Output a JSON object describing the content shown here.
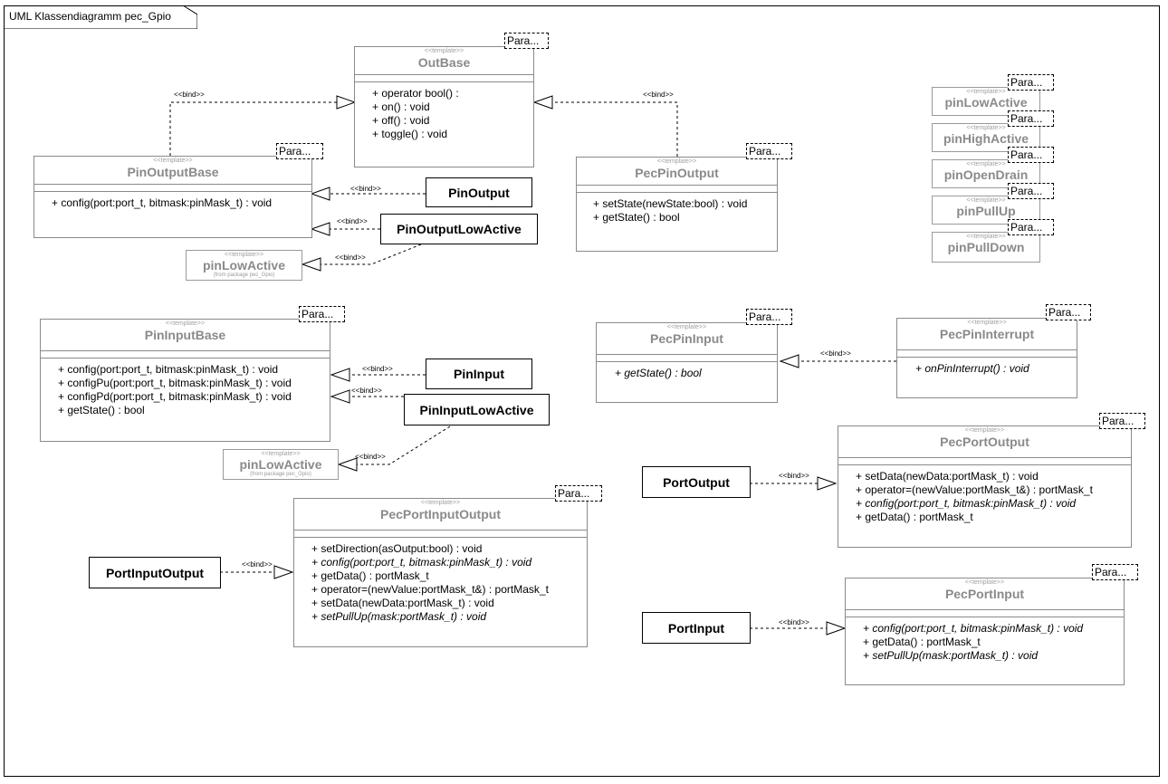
{
  "diagram_title": "UML Klassendiagramm pec_Gpio",
  "stereotype": "<<template>>",
  "bind_label": "<<bind>>",
  "param_label": "Para...",
  "from_package": "(from package pec_Gpio)",
  "classes": {
    "outbase": {
      "name": "OutBase",
      "ops": [
        "+ operator bool() :",
        "+ on() : void",
        "+ off() : void",
        "+ toggle() : void"
      ]
    },
    "pinoutputbase": {
      "name": "PinOutputBase",
      "ops": [
        "+ config(port:port_t, bitmask:pinMask_t) : void"
      ]
    },
    "pecpinoutput": {
      "name": "PecPinOutput",
      "ops": [
        "+ setState(newState:bool) : void",
        "+ getState() : bool"
      ]
    },
    "pininputbase": {
      "name": "PinInputBase",
      "ops": [
        "+ config(port:port_t, bitmask:pinMask_t) : void",
        "+ configPu(port:port_t, bitmask:pinMask_t) : void",
        "+ configPd(port:port_t, bitmask:pinMask_t) : void",
        "+ getState() : bool"
      ]
    },
    "pecpininput": {
      "name": "PecPinInput",
      "ops": [
        "+ getState() : bool"
      ]
    },
    "pecpininterrupt": {
      "name": "PecPinInterrupt",
      "ops": [
        "+ onPinInterrupt() : void"
      ]
    },
    "pecportoutput": {
      "name": "PecPortOutput",
      "ops": [
        "+ setData(newData:portMask_t) : void",
        "+ operator=(newValue:portMask_t&) : portMask_t",
        "+ config(port:port_t, bitmask:pinMask_t) : void",
        "+ getData() : portMask_t"
      ]
    },
    "pecportinputoutput": {
      "name": "PecPortInputOutput",
      "ops": [
        "+ setDirection(asOutput:bool) : void",
        "+ config(port:port_t, bitmask:pinMask_t) : void",
        "+ getData() : portMask_t",
        "+ operator=(newValue:portMask_t&) : portMask_t",
        "+ setData(newData:portMask_t) : void",
        "+ setPullUp(mask:portMask_t) : void"
      ]
    },
    "pecportinput": {
      "name": "PecPortInput",
      "ops": [
        "+ config(port:port_t, bitmask:pinMask_t) : void",
        "+ getData() : portMask_t",
        "+ setPullUp(mask:portMask_t) : void"
      ]
    }
  },
  "bound_classes": {
    "pinoutput": "PinOutput",
    "pinoutputlowactive": "PinOutputLowActive",
    "pininput": "PinInput",
    "pininputlowactive": "PinInputLowActive",
    "portoutput": "PortOutput",
    "portinputoutput": "PortInputOutput",
    "portinput": "PortInput"
  },
  "small_templates": {
    "pinlowactive": "pinLowActive",
    "pinhighactive": "pinHighActive",
    "pinopendrain": "pinOpenDrain",
    "pinpullup": "pinPullUp",
    "pinpulldown": "pinPullDown"
  },
  "colors": {
    "line": "#000000",
    "class_border": "#8a8a8a",
    "class_name": "#8a8a8a"
  }
}
